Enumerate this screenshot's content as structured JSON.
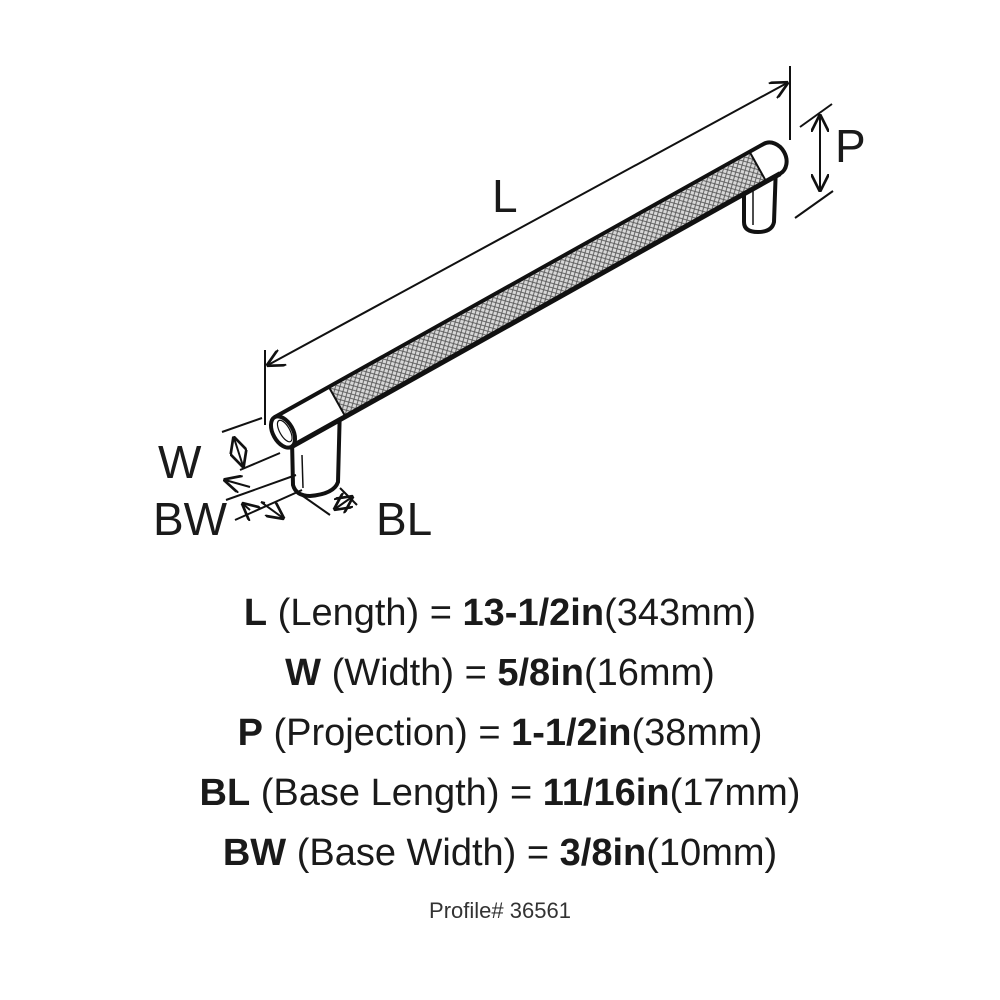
{
  "diagram": {
    "labels": {
      "L": "L",
      "P": "P",
      "W": "W",
      "BW": "BW",
      "BL": "BL"
    }
  },
  "specs": [
    {
      "code": "L",
      "name": "(Length) =",
      "value_in": "13-1/2in",
      "value_mm": "(343mm)"
    },
    {
      "code": "W",
      "name": "(Width) =",
      "value_in": "5/8in",
      "value_mm": "(16mm)"
    },
    {
      "code": "P",
      "name": "(Projection) =",
      "value_in": "1-1/2in",
      "value_mm": "(38mm)"
    },
    {
      "code": "BL",
      "name": "(Base Length) =",
      "value_in": "11/16in",
      "value_mm": "(17mm)"
    },
    {
      "code": "BW",
      "name": "(Base Width) =",
      "value_in": "3/8in",
      "value_mm": "(10mm)"
    }
  ],
  "profile": "Profile# 36561"
}
